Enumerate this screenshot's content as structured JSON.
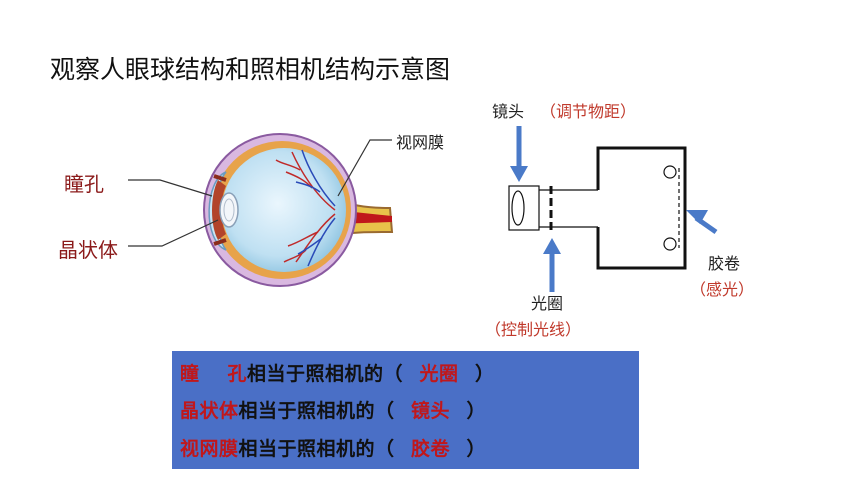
{
  "title": "观察人眼球结构和照相机结构示意图",
  "eye_labels": {
    "pupil": "瞳孔",
    "lens": "晶状体",
    "retina": "视网膜"
  },
  "camera_labels": {
    "lens_name": "镜头",
    "lens_note": "（调节物距）",
    "aperture_name": "光圈",
    "aperture_note": "（控制光线）",
    "film_name": "胶卷",
    "film_note": "（感光）"
  },
  "table": {
    "rows": [
      {
        "subject_a": "瞳",
        "subject_b": "孔",
        "middle": "相当于照相机的（",
        "answer": "光圈",
        "close": "）"
      },
      {
        "subject": "晶状体",
        "middle": "相当于照相机的（",
        "answer": "镜头",
        "close": "）"
      },
      {
        "subject": "视网膜",
        "middle": "相当于照相机的（",
        "answer": "胶卷",
        "close": "）"
      }
    ]
  },
  "colors": {
    "box_bg": "#4a6fc6",
    "highlight": "#c0171b",
    "arrow": "#4a7ac8"
  }
}
